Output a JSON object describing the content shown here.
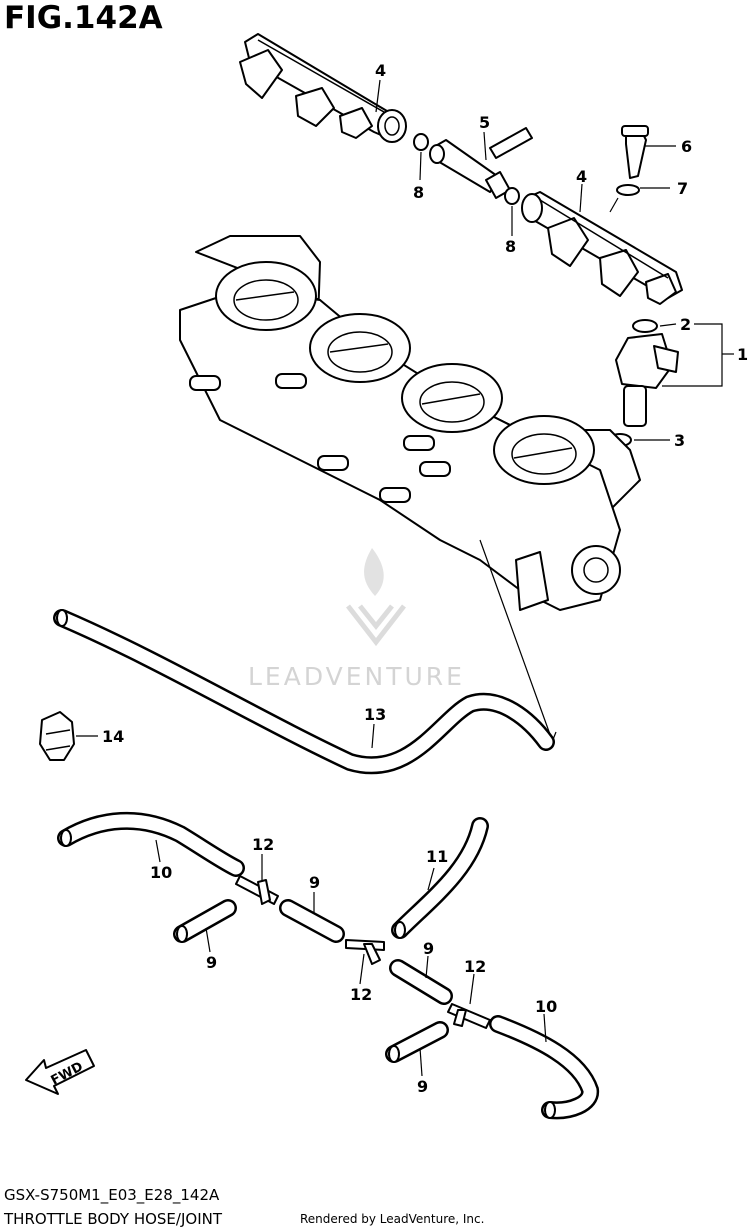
{
  "figure": {
    "title": "FIG.142A",
    "code": "GSX-S750M1_E03_E28_142A",
    "description": "THROTTLE BODY HOSE/JOINT",
    "rendered_by": "Rendered by LeadVenture, Inc."
  },
  "watermark": {
    "text": "LEADVENTURE"
  },
  "direction": {
    "label": "FWD"
  },
  "callouts": [
    {
      "id": "c4a",
      "num": "4"
    },
    {
      "id": "c5",
      "num": "5"
    },
    {
      "id": "c6",
      "num": "6"
    },
    {
      "id": "c8a",
      "num": "8"
    },
    {
      "id": "c4b",
      "num": "4"
    },
    {
      "id": "c7",
      "num": "7"
    },
    {
      "id": "c8b",
      "num": "8"
    },
    {
      "id": "c2",
      "num": "2"
    },
    {
      "id": "c1",
      "num": "1"
    },
    {
      "id": "c3",
      "num": "3"
    },
    {
      "id": "c13",
      "num": "13"
    },
    {
      "id": "c14",
      "num": "14"
    },
    {
      "id": "c10a",
      "num": "10"
    },
    {
      "id": "c12a",
      "num": "12"
    },
    {
      "id": "c11",
      "num": "11"
    },
    {
      "id": "c9a",
      "num": "9"
    },
    {
      "id": "c9b",
      "num": "9"
    },
    {
      "id": "c12b",
      "num": "12"
    },
    {
      "id": "c9c",
      "num": "9"
    },
    {
      "id": "c12c",
      "num": "12"
    },
    {
      "id": "c10b",
      "num": "10"
    },
    {
      "id": "c9d",
      "num": "9"
    }
  ]
}
